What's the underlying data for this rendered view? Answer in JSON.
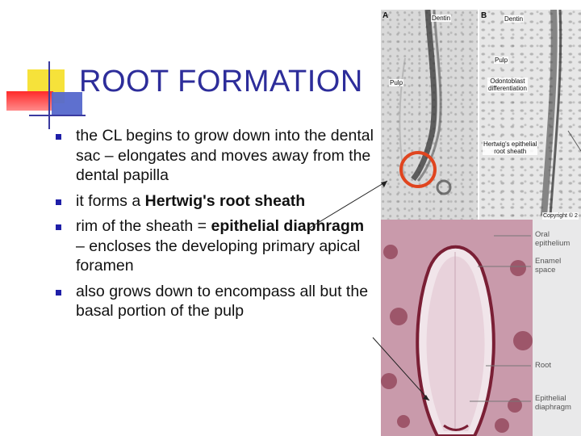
{
  "slide": {
    "title": "ROOT FORMATION",
    "bullets": [
      {
        "text": "the CL begins to grow down into the dental sac – elongates and moves away from the dental papilla"
      },
      {
        "before": "it forms a ",
        "bold": "Hertwig's root sheath",
        "after": ""
      },
      {
        "before": "rim of the sheath = ",
        "bold": "epithelial diaphragm",
        "after": " – encloses the developing primary apical foramen"
      },
      {
        "text": "also grows down to encompass all but the basal portion of the pulp"
      }
    ]
  },
  "figure_top": {
    "panel_a": {
      "letter": "A",
      "dentin": "Dentin",
      "pulp": "Pulp"
    },
    "panel_b": {
      "letter": "B",
      "dentin": "Dentin",
      "pulp": "Pulp",
      "odontoblast_line1": "Odontoblast",
      "odontoblast_line2": "differentiation",
      "hertwig_line1": "Hertwig's epithelial",
      "hertwig_line2": "root sheath",
      "copyright": "Copyright © 2"
    }
  },
  "figure_bottom": {
    "labels": {
      "oral_1": "Oral",
      "oral_2": "epithelium",
      "enamel_1": "Enamel",
      "enamel_2": "space",
      "root": "Root",
      "epi_1": "Epithelial",
      "epi_2": "diaphragm"
    }
  },
  "colors": {
    "title": "#2d2d9a",
    "bullet": "#1f1fa8",
    "highlight_circle": "#e0451f",
    "stain_dark": "#7a1f35",
    "stain_light": "#d7b7c1"
  }
}
